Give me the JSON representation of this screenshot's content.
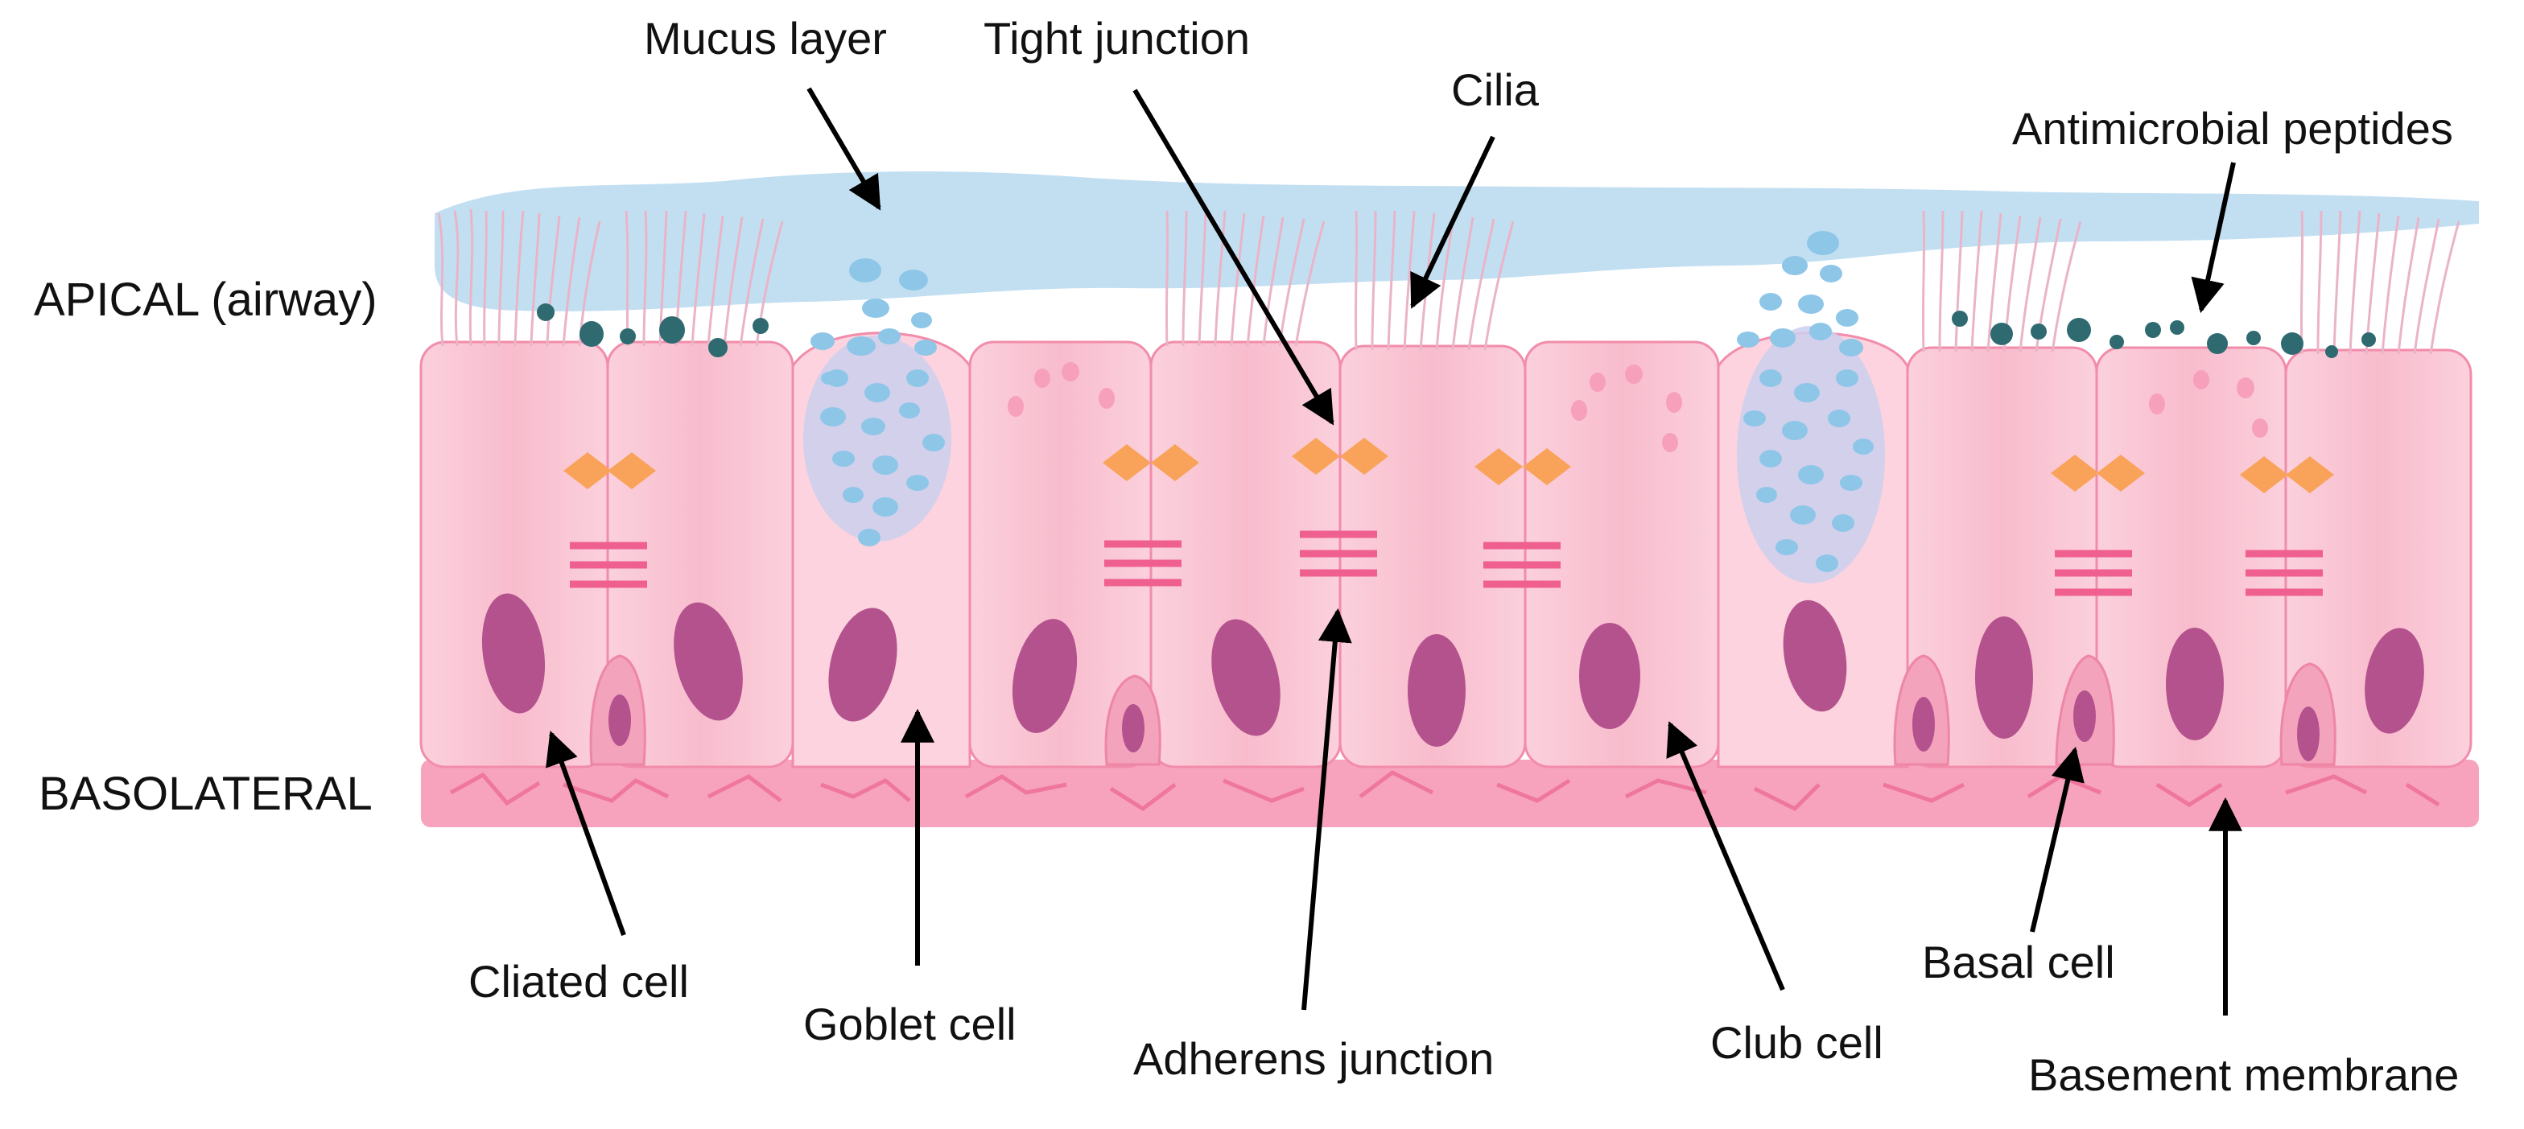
{
  "sides": {
    "apical": "APICAL (airway)",
    "basolateral": "BASOLATERAL"
  },
  "labels": {
    "mucus_layer": "Mucus layer",
    "tight_junction": "Tight junction",
    "cilia": "Cilia",
    "antimicrobial_peptides": "Antimicrobial peptides",
    "ciliated_cell": "Cliated cell",
    "goblet_cell": "Goblet cell",
    "adherens_junction": "Adherens junction",
    "club_cell": "Club cell",
    "basal_cell": "Basal cell",
    "basement_membrane": "Basement membrane"
  },
  "colors": {
    "mucus": "#c2dff2",
    "cell_body": "#f9c1d0",
    "cell_border": "#f28cab",
    "nucleus": "#b4528e",
    "goblet_vesicle": "#cbcfee",
    "secretion_dots": "#8ec6e8",
    "tight_junction": "#f9a35a",
    "adherens_junction": "#ef5f8f",
    "membrane": "#f7a3bd",
    "peptides": "#2e6a70",
    "cilia": "#eab4c8",
    "arrow": "#000000"
  }
}
